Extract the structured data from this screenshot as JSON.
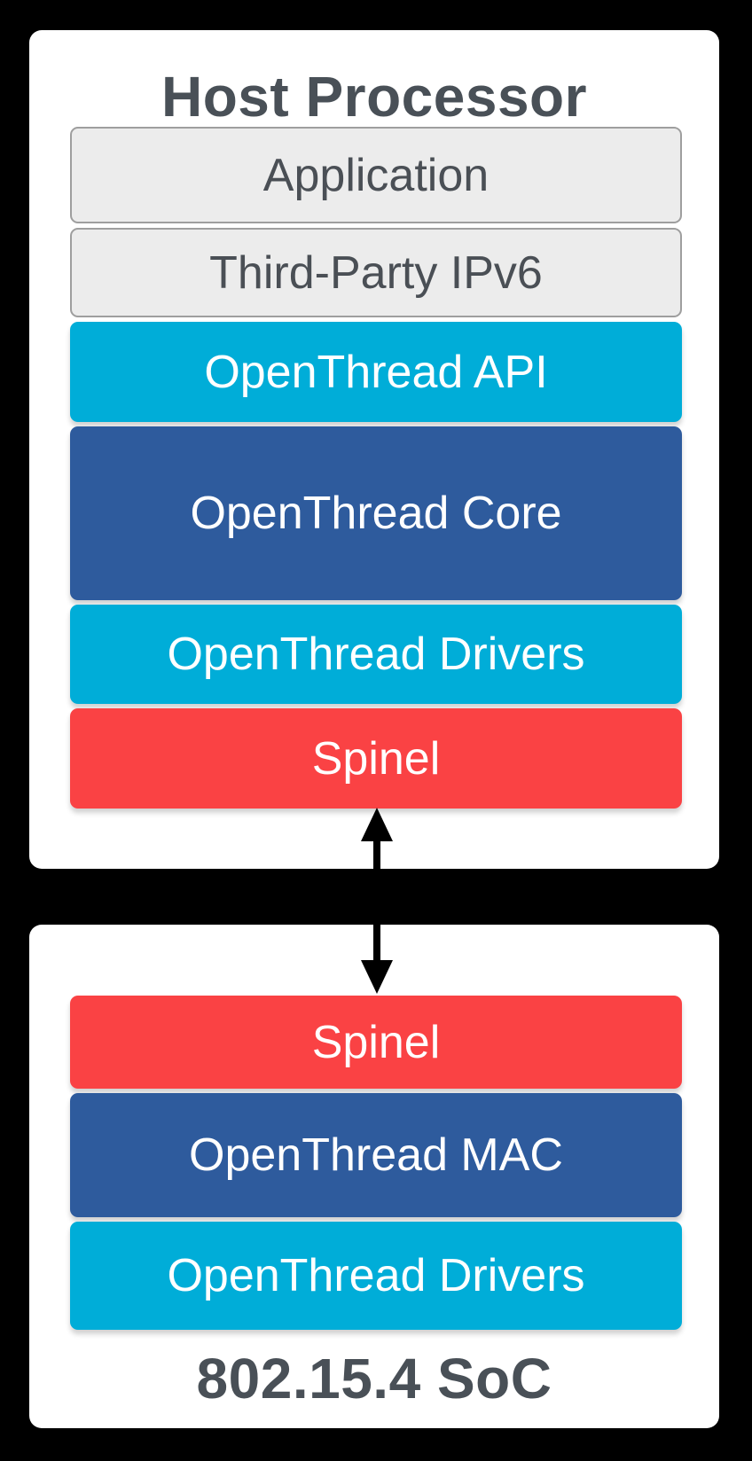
{
  "colors": {
    "background": "#000000",
    "panel": "#FFFFFF",
    "cyan_layer": "#00ADD8",
    "blue_layer": "#2E5B9D",
    "red_layer": "#FA4244",
    "gray_layer_fill": "#ECECEC",
    "gray_layer_border": "#9E9E9E",
    "title_text": "#495057",
    "layer_text_light": "#FFFFFF",
    "layer_text_dark": "#4A4F55",
    "connector": "#000000"
  },
  "host_panel": {
    "title": "Host Processor",
    "layers": [
      {
        "label": "Application",
        "color": "gray"
      },
      {
        "label": "Third-Party IPv6",
        "color": "gray"
      },
      {
        "label": "OpenThread API",
        "color": "cyan"
      },
      {
        "label": "OpenThread Core",
        "color": "blue"
      },
      {
        "label": "OpenThread Drivers",
        "color": "cyan"
      },
      {
        "label": "Spinel",
        "color": "red"
      }
    ]
  },
  "soc_panel": {
    "title": "802.15.4 SoC",
    "layers": [
      {
        "label": "Spinel",
        "color": "red"
      },
      {
        "label": "OpenThread MAC",
        "color": "blue"
      },
      {
        "label": "OpenThread Drivers",
        "color": "cyan"
      }
    ]
  },
  "connector": {
    "type": "double-headed-vertical-arrow",
    "connects": [
      "Spinel (Host Processor)",
      "Spinel (802.15.4 SoC)"
    ]
  }
}
